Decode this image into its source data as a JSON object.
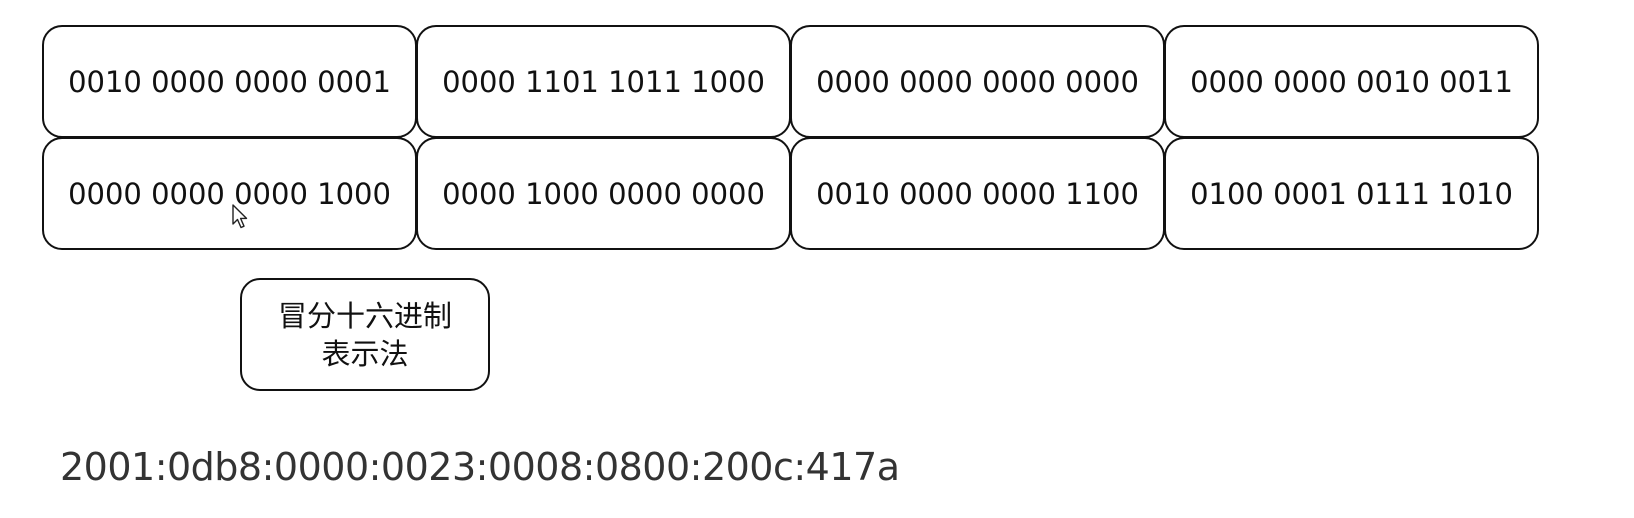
{
  "binary_groups": {
    "row1": [
      "0010 0000 0000 0001",
      "0000 1101 1011 1000",
      "0000 0000 0000 0000",
      "0000 0000 0010 0011"
    ],
    "row2": [
      "0000 0000 0000 1000",
      "0000 1000 0000 0000",
      "0010 0000 0000 1100",
      "0100 0001 0111 1010"
    ]
  },
  "label_box": {
    "line1": "冒分十六进制",
    "line2": "表示法"
  },
  "ipv6_address": "2001:0db8:0000:0023:0008:0800:200c:417a",
  "cursor": {
    "icon": "mouse-pointer-icon"
  }
}
